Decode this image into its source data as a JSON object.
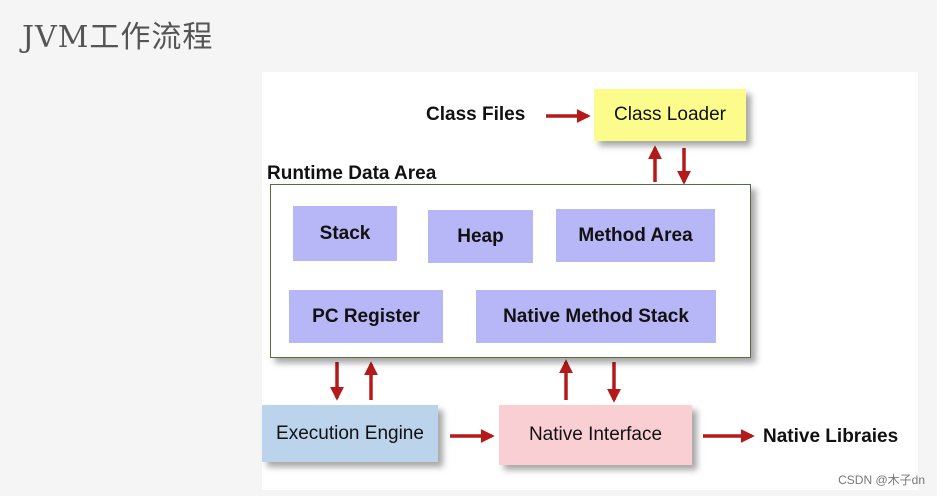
{
  "page": {
    "title": "JVM工作流程"
  },
  "diagram": {
    "class_files": "Class Files",
    "class_loader": "Class Loader",
    "runtime_data_area": "Runtime Data Area",
    "stack": "Stack",
    "heap": "Heap",
    "method_area": "Method Area",
    "pc_register": "PC Register",
    "native_method_stack": "Native Method Stack",
    "execution_engine": "Execution Engine",
    "native_interface": "Native Interface",
    "native_libraries": "Native Libraies"
  },
  "colors": {
    "arrow": "#b51a1a",
    "class_loader": "#fcfc8c",
    "memory_blocks": "#b7b7f7",
    "execution_engine": "#bcd3ec",
    "native_interface": "#f9cfd3"
  },
  "watermark": "CSDN @木子dn"
}
